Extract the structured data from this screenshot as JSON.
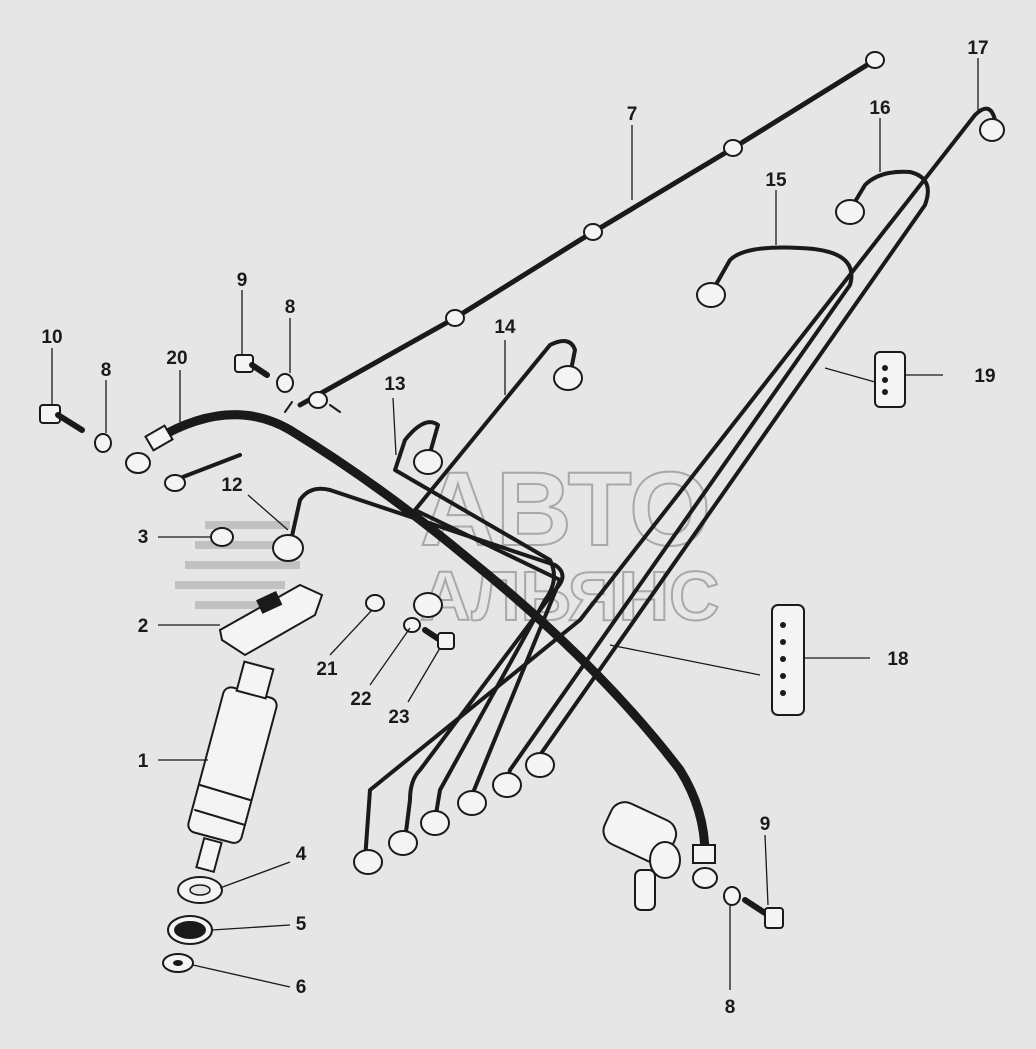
{
  "callouts": [
    {
      "id": "c1",
      "text": "1"
    },
    {
      "id": "c2",
      "text": "2"
    },
    {
      "id": "c3",
      "text": "3"
    },
    {
      "id": "c4",
      "text": "4"
    },
    {
      "id": "c5",
      "text": "5"
    },
    {
      "id": "c6",
      "text": "6"
    },
    {
      "id": "c7",
      "text": "7"
    },
    {
      "id": "c8a",
      "text": "8"
    },
    {
      "id": "c8b",
      "text": "8"
    },
    {
      "id": "c8c",
      "text": "8"
    },
    {
      "id": "c9a",
      "text": "9"
    },
    {
      "id": "c9b",
      "text": "9"
    },
    {
      "id": "c10",
      "text": "10"
    },
    {
      "id": "c12",
      "text": "12"
    },
    {
      "id": "c13",
      "text": "13"
    },
    {
      "id": "c14",
      "text": "14"
    },
    {
      "id": "c15",
      "text": "15"
    },
    {
      "id": "c16",
      "text": "16"
    },
    {
      "id": "c17",
      "text": "17"
    },
    {
      "id": "c18",
      "text": "18"
    },
    {
      "id": "c19",
      "text": "19"
    },
    {
      "id": "c20",
      "text": "20"
    },
    {
      "id": "c21",
      "text": "21"
    },
    {
      "id": "c22",
      "text": "22"
    },
    {
      "id": "c23",
      "text": "23"
    }
  ],
  "watermark": {
    "line1": "АВТО",
    "line2": "АЛЬЯНС"
  }
}
